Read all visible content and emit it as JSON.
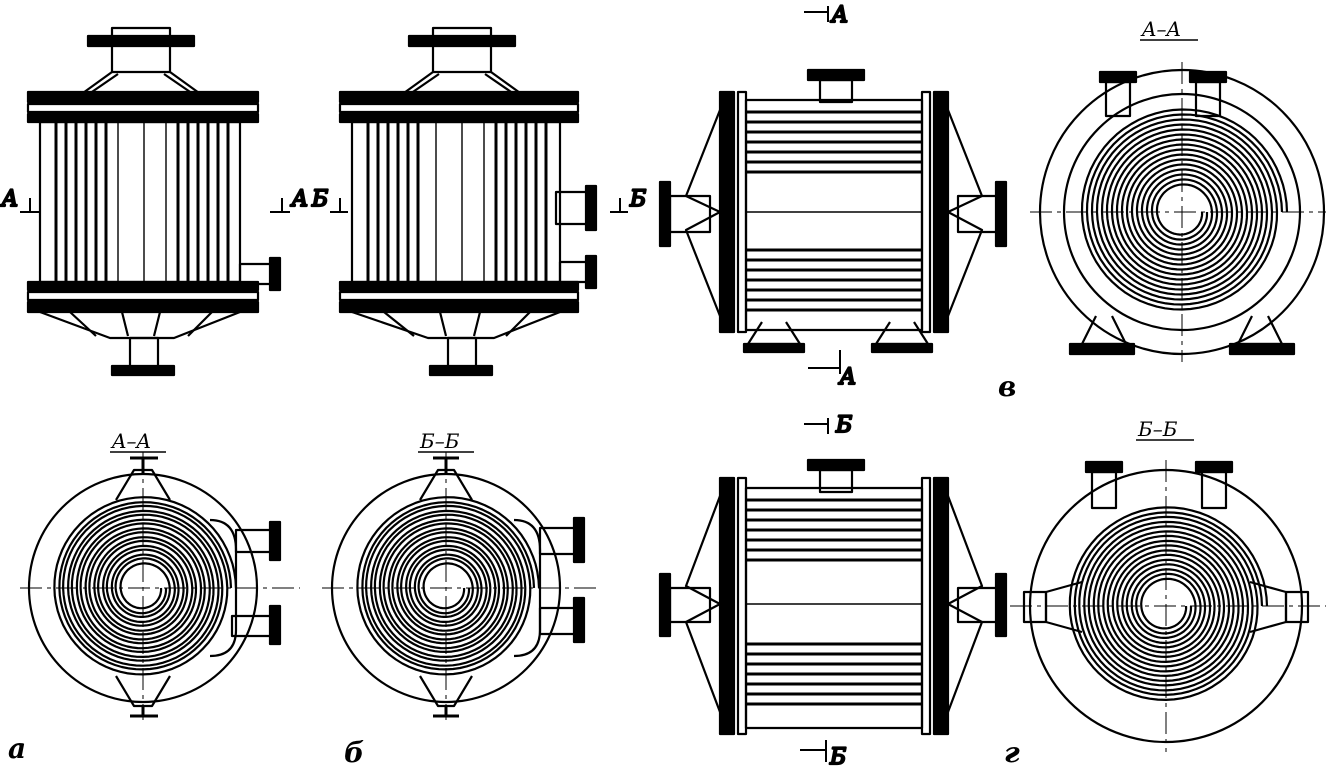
{
  "labels": {
    "section_aa": "A–A",
    "section_bb": "Б–Б",
    "mark_a": "A",
    "mark_b": "Б",
    "fig_a": "а",
    "fig_b": "б",
    "fig_v": "в",
    "fig_g": "г"
  },
  "colors": {
    "ink": "#000000",
    "paper": "#ffffff"
  },
  "spirals": {
    "a": {
      "turns": 8
    },
    "b": {
      "turns": 8
    },
    "v": {
      "turns": 8
    },
    "g": {
      "turns": 8
    }
  }
}
